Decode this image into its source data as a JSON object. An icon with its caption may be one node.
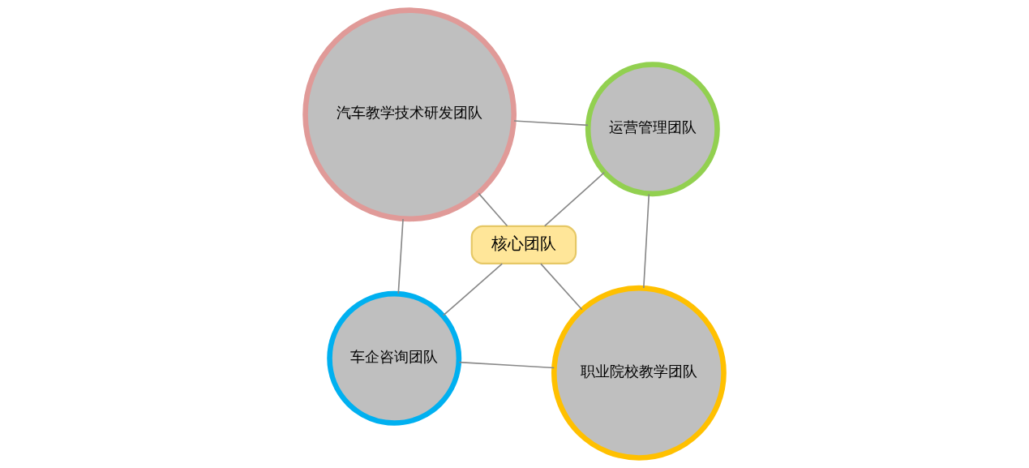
{
  "diagram": {
    "nodes": [
      {
        "text": [
          "车企咨询团队"
        ]
      },
      {
        "text": [
          "职业院校教学团队"
        ]
      },
      {
        "text": [
          "核心团队"
        ]
      },
      {
        "text": [
          "汽车教学技术研发团队"
        ]
      },
      {
        "text": [
          "运营管理团队"
        ]
      }
    ],
    "edges": [
      {
        "from": 0,
        "to": 1,
        "arrow": "none"
      },
      {
        "from": 0,
        "to": 2,
        "arrow": "none"
      },
      {
        "from": 0,
        "to": 3,
        "arrow": "none"
      },
      {
        "from": 1,
        "to": 2,
        "arrow": "none"
      },
      {
        "from": 1,
        "to": 4,
        "arrow": "none"
      },
      {
        "from": 3,
        "to": 2,
        "arrow": "none"
      },
      {
        "from": 3,
        "to": 4,
        "arrow": "none"
      },
      {
        "from": 4,
        "to": 2,
        "arrow": "none"
      }
    ]
  }
}
